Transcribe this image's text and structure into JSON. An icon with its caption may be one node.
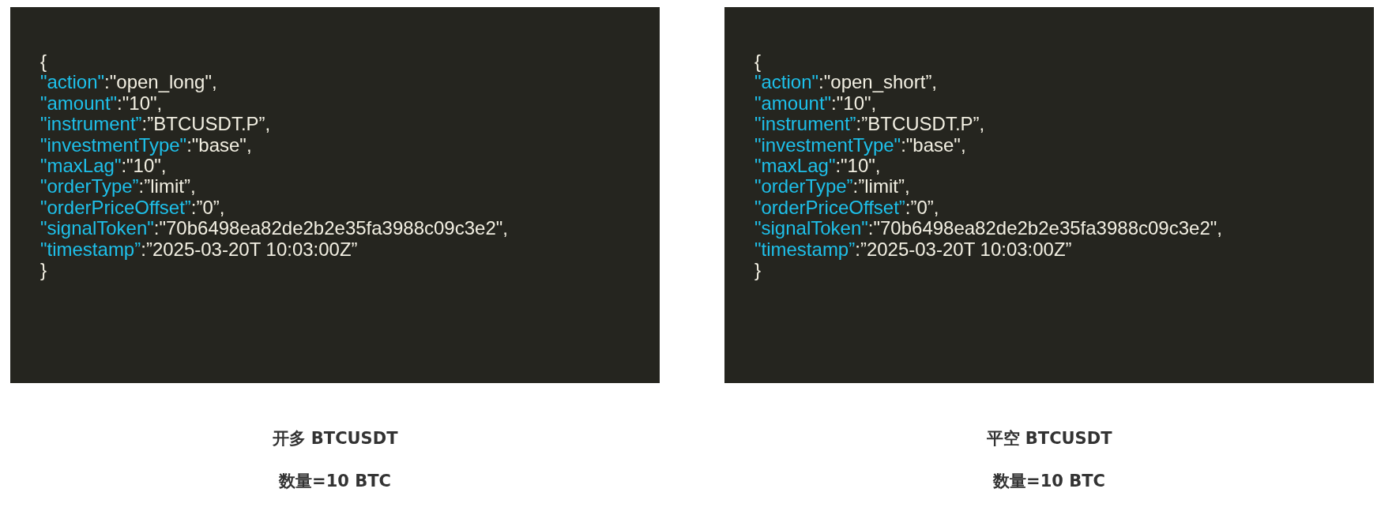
{
  "diagram": {
    "nodes": [
      {
        "text": [
          "{",
          "\"action\":\"open_long\",",
          "\"amount\":\"10\",",
          "\"instrument”:”BTCUSDT.P”,",
          "\"investmentType\":\"base\",",
          "\"maxLag\":\"10\",",
          "\"orderType”:”limit”,",
          "\"orderPriceOffset”:”0”,",
          "\"signalToken\":\"70b6498ea82de2b2e35fa3988c09c3e2\",",
          "\"timestamp”:”2025-03-20T 10:03:00Z”",
          "}"
        ],
        "beside": [
          "开多 BTCUSDT",
          "数量=10 BTC"
        ]
      },
      {
        "text": [
          "{",
          "\"action\":\"open_short”,",
          "\"amount\":\"10\",",
          "\"instrument”:”BTCUSDT.P”,",
          "\"investmentType\":\"base\",",
          "\"maxLag\":\"10\",",
          "\"orderType”:”limit”,",
          "\"orderPriceOffset”:”0”,",
          "\"signalToken\":\"70b6498ea82de2b2e35fa3988c09c3e2\",",
          "\"timestamp”:”2025-03-20T 10:03:00Z”",
          "}"
        ],
        "beside": [
          "平空 BTCUSDT",
          "数量=10 BTC"
        ]
      }
    ]
  }
}
